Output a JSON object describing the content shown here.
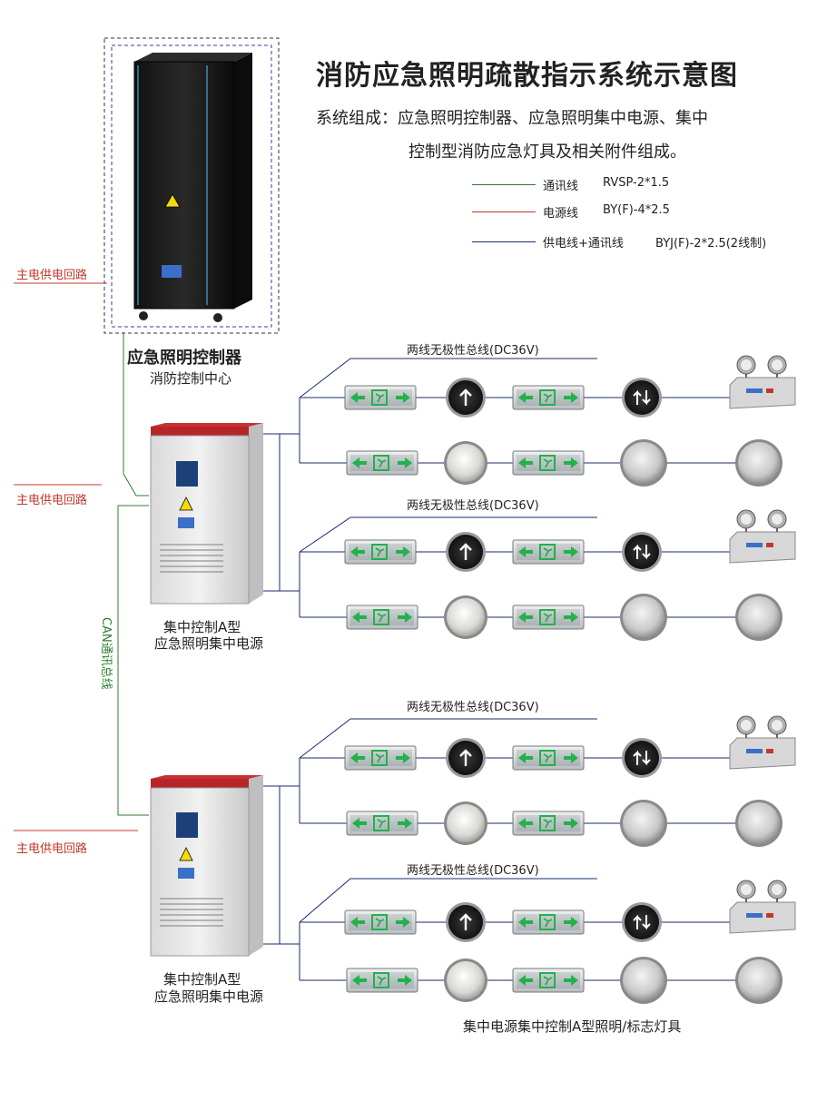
{
  "title": "消防应急照明疏散指示系统示意图",
  "subtitle_line1": "系统组成：应急照明控制器、应急照明集中电源、集中",
  "subtitle_line2": "控制型消防应急灯具及相关附件组成。",
  "legend": [
    {
      "name": "通讯线",
      "spec": "RVSP-2*1.5",
      "color": "#2e7d32"
    },
    {
      "name": "电源线",
      "spec": "BY(F)-4*2.5",
      "color": "#c0392b"
    },
    {
      "name": "供电线+通讯线",
      "spec": "BYJ(F)-2*2.5(2线制)",
      "color": "#1a2a6c"
    }
  ],
  "main_power_label": "主电供电回路",
  "controller": {
    "name": "应急照明控制器",
    "location": "消防控制中心"
  },
  "power_unit": {
    "line1": "集中控制A型",
    "line2": "应急照明集中电源"
  },
  "can_bus_label": "CAN通讯总线",
  "bus_label": "两线无极性总线(DC36V)",
  "footer": "集中电源集中控制A型照明/标志灯具",
  "colors": {
    "comm": "#2e7d32",
    "power": "#c0392b",
    "supply": "#1a2a6c",
    "sign_green": "#22b14c"
  }
}
